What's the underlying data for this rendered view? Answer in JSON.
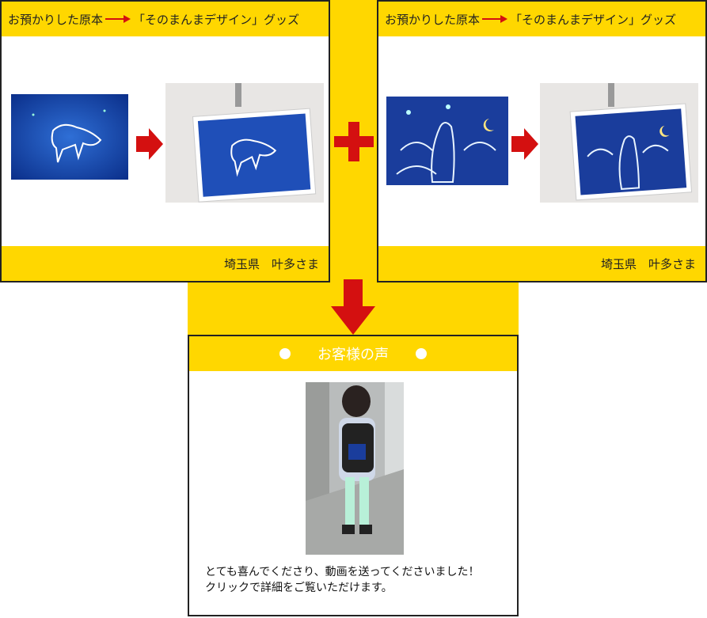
{
  "panels": [
    {
      "heading_prefix": "お預かりした原本",
      "heading_suffix": "「そのまんまデザイン」グッズ",
      "footer": "埼玉県　叶多さま"
    },
    {
      "heading_prefix": "お預かりした原本",
      "heading_suffix": "「そのまんまデザイン」グッズ",
      "footer": "埼玉県　叶多さま"
    }
  ],
  "voice": {
    "title": "お客様の声",
    "message_line1": "とても喜んでくださり、動画を送ってくださいました！",
    "message_line2": "クリックで詳細をご覧いただけます。"
  },
  "colors": {
    "accent_yellow": "#ffd700",
    "arrow_red": "#d41010",
    "art_blue": "#1f4fb8"
  }
}
